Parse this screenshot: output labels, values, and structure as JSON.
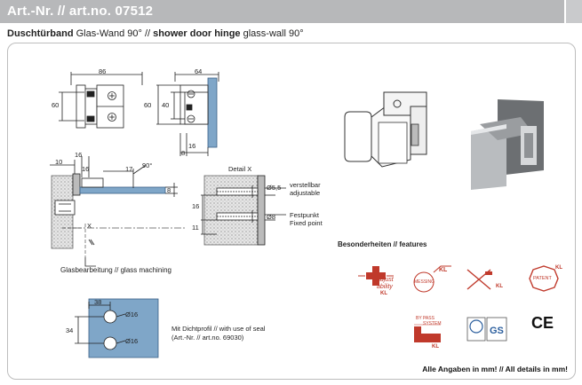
{
  "header": {
    "title": "Art.-Nr. // art.no. 07512"
  },
  "subtitle": {
    "product_de": "Duschtürband",
    "desc_de": " Glas-Wand 90° // ",
    "product_en": "shower door hinge",
    "desc_en": " glass-wall 90°"
  },
  "drawing": {
    "dim_86": "86",
    "dim_64": "64",
    "dim_60": "60",
    "dim_40": "40",
    "dim_16a": "16",
    "dim_8a": "8",
    "dim_16b": "16",
    "dim_10": "10",
    "dim_16c": "16",
    "dim_17": "17",
    "angle": "90°",
    "dim_8b": "8",
    "axis_x": "X",
    "detail_title": "Detail X",
    "dim_d55": "Ø5,5",
    "adjust_de": "verstellbar",
    "adjust_en": "adjustable",
    "fix_de": "Festpunkt",
    "fix_en": "Fixed point",
    "dim_d8": "Ø8",
    "dim_16d": "16",
    "dim_11": "11",
    "machining": "Glasbearbeitung // glass machining",
    "dim_38": "38",
    "dim_34": "34",
    "hole1": "Ø16",
    "hole2": "Ø16",
    "seal_line1": "Mit Dichtprofil // with use of seal",
    "seal_line2": "(Art.-Nr. // art.no. 69030)"
  },
  "features": {
    "title": "Besonderheiten // features",
    "icon1_line1": "adjust",
    "icon1_line2": "ability",
    "kl": "KL",
    "icon2_text": "MESSING",
    "icon3_text": "KL",
    "icon4_text": "PATENT",
    "icon5_line1": "BY PASS",
    "icon5_line2": "SYSTEM",
    "ce": "CE"
  },
  "footer": {
    "note": "Alle Angaben in mm! // All details in mm!"
  },
  "colors": {
    "header": "#b7b8ba",
    "accent_red": "#c0392b",
    "glass_blue": "#7fa6c8"
  }
}
